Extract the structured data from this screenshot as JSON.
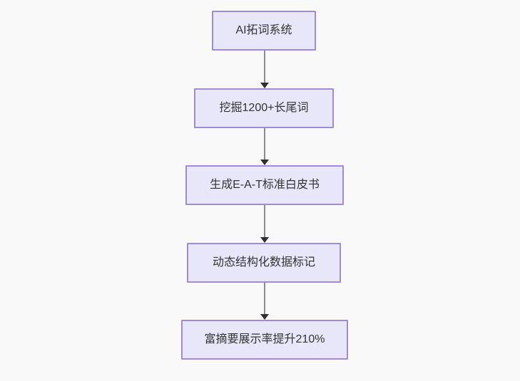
{
  "diagram": {
    "kind": "flowchart",
    "direction": "top-down",
    "nodes": [
      {
        "id": "step-1",
        "label": "AI拓词系统"
      },
      {
        "id": "step-2",
        "label": "挖掘1200+长尾词"
      },
      {
        "id": "step-3",
        "label": "生成E-A-T标准白皮书"
      },
      {
        "id": "step-4",
        "label": "动态结构化数据标记"
      },
      {
        "id": "step-5",
        "label": "富摘要展示率提升210%"
      }
    ],
    "edges": [
      {
        "from": "AI拓词系统",
        "to": "挖掘1200+长尾词",
        "style": "arrow-down"
      },
      {
        "from": "挖掘1200+长尾词",
        "to": "生成E-A-T标准白皮书",
        "style": "arrow-down"
      },
      {
        "from": "生成E-A-T标准白皮书",
        "to": "动态结构化数据标记",
        "style": "arrow-down"
      },
      {
        "from": "动态结构化数据标记",
        "to": "富摘要展示率提升210%",
        "style": "arrow-down"
      }
    ],
    "colors": {
      "node_fill": "#e8e7fa",
      "node_border": "#a18ad6",
      "edge_line": "#8c8c8c",
      "arrowhead": "#2f2f2f",
      "text": "#333333",
      "background": "#f9f9f9"
    }
  }
}
